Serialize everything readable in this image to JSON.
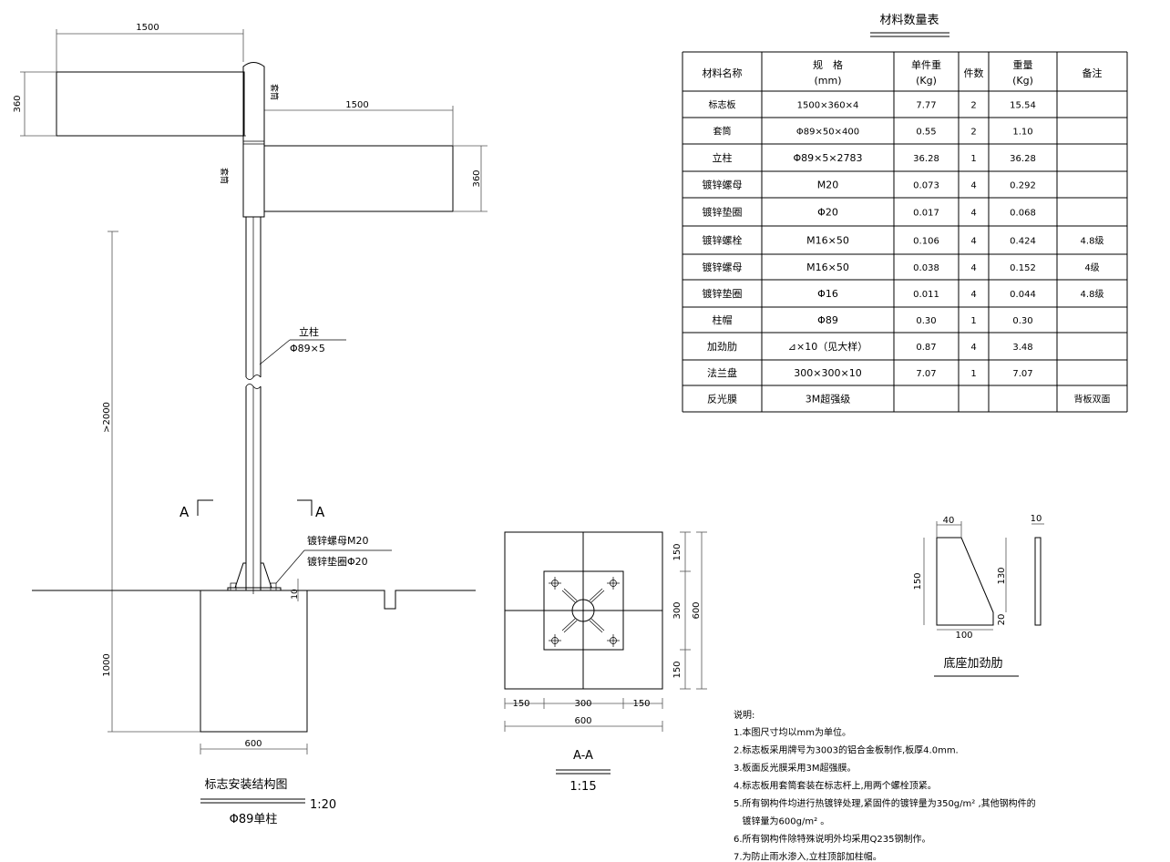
{
  "elevation": {
    "dim_top_width": "1500",
    "dim_upper_height": "360",
    "dim_lower_width": "1500",
    "dim_lower_height": "360",
    "sleeve_label_1": "套筒",
    "sleeve_label_2": "套筒",
    "post_label": "立柱",
    "post_spec": "Φ89×5",
    "dim_height": ">2000",
    "dim_foundation_depth": "1000",
    "dim_foundation_width": "600",
    "dim_plate": "10",
    "section_mark_left": "A",
    "section_mark_right": "A",
    "nut_label": "镀锌螺母M20",
    "washer_label": "镀锌垫圈Φ20",
    "title": "标志安装结构图",
    "scale": "1:20",
    "subtitle": "Φ89单柱"
  },
  "section": {
    "dim_right": [
      "150",
      "300",
      "150"
    ],
    "dim_right_total": "600",
    "dim_bottom": [
      "150",
      "300",
      "150"
    ],
    "dim_bottom_total": "600",
    "title": "A-A",
    "scale": "1:15"
  },
  "rib": {
    "dim_top": "40",
    "dim_height": "150",
    "dim_slope": "130",
    "dim_foot": "20",
    "dim_bottom": "100",
    "dim_thickness": "10",
    "title": "底座加劲肋"
  },
  "table": {
    "title": "材料数量表",
    "headers": [
      [
        "材料名称",
        ""
      ],
      [
        "规　格",
        "(mm)"
      ],
      [
        "单件重",
        "(Kg)"
      ],
      [
        "件数",
        ""
      ],
      [
        "重量",
        "(Kg)"
      ],
      [
        "备注",
        ""
      ]
    ],
    "rows": [
      [
        "标志板",
        "1500×360×4",
        "7.77",
        "2",
        "15.54",
        ""
      ],
      [
        "套筒",
        "Φ89×50×400",
        "0.55",
        "2",
        "1.10",
        ""
      ],
      [
        "立柱",
        "Φ89×5×2783",
        "36.28",
        "1",
        "36.28",
        ""
      ],
      [
        "镀锌螺母",
        "M20",
        "0.073",
        "4",
        "0.292",
        ""
      ],
      [
        "镀锌垫圈",
        "Φ20",
        "0.017",
        "4",
        "0.068",
        ""
      ],
      [
        "镀锌螺栓",
        "M16×50",
        "0.106",
        "4",
        "0.424",
        "4.8级"
      ],
      [
        "镀锌螺母",
        "M16×50",
        "0.038",
        "4",
        "0.152",
        "4级"
      ],
      [
        "镀锌垫圈",
        "Φ16",
        "0.011",
        "4",
        "0.044",
        "4.8级"
      ],
      [
        "柱帽",
        "Φ89",
        "0.30",
        "1",
        "0.30",
        ""
      ],
      [
        "加劲肋",
        "⊿×10（见大样）",
        "0.87",
        "4",
        "3.48",
        ""
      ],
      [
        "法兰盘",
        "300×300×10",
        "7.07",
        "1",
        "7.07",
        ""
      ],
      [
        "反光膜",
        "3M超强级",
        "",
        "",
        "",
        "背板双面"
      ]
    ]
  },
  "notes": {
    "title": "说明:",
    "items": [
      "1.本图尺寸均以mm为单位。",
      "2.标志板采用牌号为3003的铝合金板制作,板厚4.0mm.",
      "3.板面反光膜采用3M超强膜。",
      "4.标志板用套筒套装在标志杆上,用两个螺栓顶紧。",
      "5.所有钢构件均进行热镀锌处理,紧固件的镀锌量为350g/m² ,其他钢构件的",
      "   镀锌量为600g/m² 。",
      "6.所有钢构件除特殊说明外均采用Q235钢制作。",
      "7.为防止雨水渗入,立柱顶部加柱帽。"
    ]
  }
}
